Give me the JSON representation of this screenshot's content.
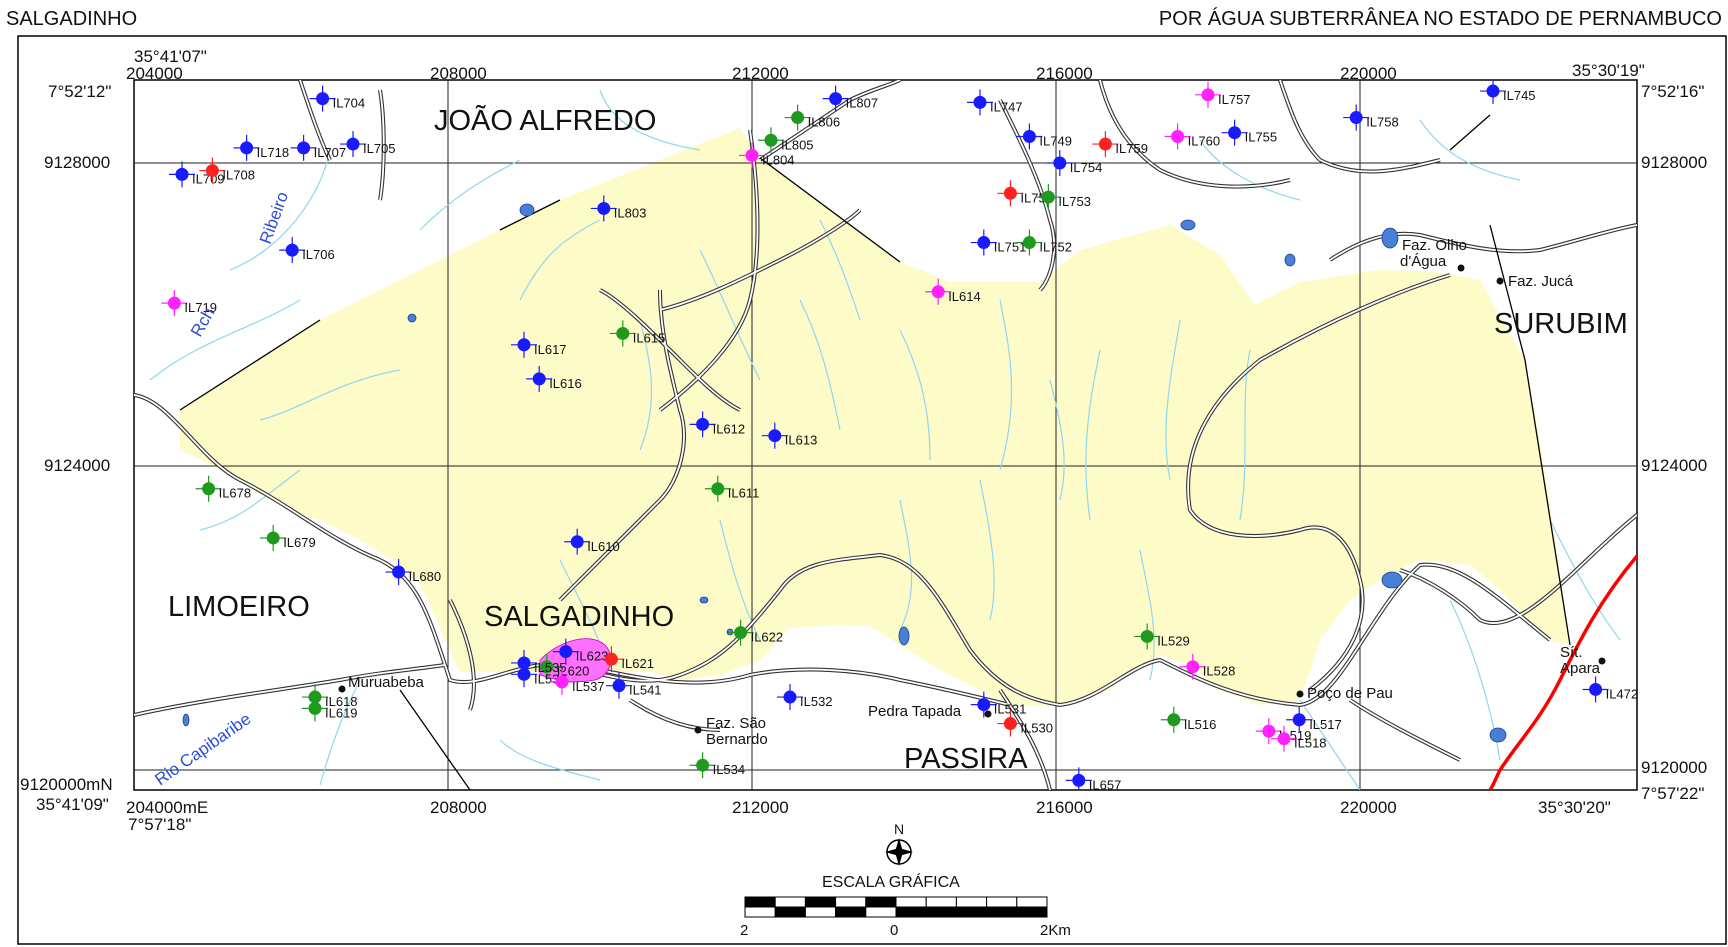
{
  "header": {
    "left": "SALGADINHO",
    "right": "POR ÁGUA SUBTERRÂNEA NO ESTADO DE PERNAMBUCO"
  },
  "grid": {
    "x_labels": [
      "204000",
      "208000",
      "212000",
      "216000",
      "220000"
    ],
    "x_labels_bottom": [
      "204000mE",
      "208000",
      "212000",
      "216000",
      "220000"
    ],
    "y_labels": [
      "9128000",
      "9124000",
      "9120000mN"
    ],
    "y_labels_right": [
      "9128000",
      "9124000",
      "9120000"
    ],
    "corners": {
      "tl_lon": "35°41'07\"",
      "tl_lat": "7°52'12\"",
      "tr_lon": "35°30'19\"",
      "tr_lat": "7°52'16\"",
      "bl_lon": "35°41'09\"",
      "bl_lat": "7°57'18\"",
      "br_lon": "35°30'20\"",
      "br_lat": "7°57'22\""
    }
  },
  "places": {
    "joao_alfredo": "JOÃO ALFREDO",
    "surubim": "SURUBIM",
    "limoeiro": "LIMOEIRO",
    "salgadinho": "SALGADINHO",
    "passira": "PASSIRA"
  },
  "localities": [
    {
      "name": "Faz. Olho",
      "name2": "d'Água"
    },
    {
      "name": "Faz. Jucá"
    },
    {
      "name": "Muruabeba"
    },
    {
      "name": "Faz. São",
      "name2": "Bernardo"
    },
    {
      "name": "Pedra Tapada"
    },
    {
      "name": "Poço de Pau"
    },
    {
      "name": "Sít.",
      "name2": "Apara"
    }
  ],
  "rivers": {
    "ribeiro": "Ribeiro",
    "rch": "Rch",
    "capibaribe": "Rio Capibaribe"
  },
  "colors": {
    "municipality_fill": "#fdfbc8",
    "well_blue": "#1a1aff",
    "well_red": "#ff2020",
    "well_green": "#1f9a1f",
    "well_magenta": "#ff22ff",
    "river": "#8fd6f0",
    "border_red": "#ff0000"
  },
  "wells": [
    {
      "id": "IL704",
      "color": "blue",
      "e": 206.35,
      "n": 9128.85
    },
    {
      "id": "IL718",
      "color": "blue",
      "e": 205.35,
      "n": 9128.2
    },
    {
      "id": "IL707",
      "color": "blue",
      "e": 206.1,
      "n": 9128.2
    },
    {
      "id": "IL705",
      "color": "blue",
      "e": 206.75,
      "n": 9128.25
    },
    {
      "id": "IL709",
      "color": "blue",
      "e": 204.5,
      "n": 9127.85
    },
    {
      "id": "IL708",
      "color": "red",
      "e": 204.9,
      "n": 9127.9
    },
    {
      "id": "IL706",
      "color": "blue",
      "e": 205.95,
      "n": 9126.85
    },
    {
      "id": "IL719",
      "color": "magenta",
      "e": 204.4,
      "n": 9126.15
    },
    {
      "id": "IL803",
      "color": "blue",
      "e": 210.05,
      "n": 9127.4
    },
    {
      "id": "IL804",
      "color": "magenta",
      "e": 212.0,
      "n": 9128.1
    },
    {
      "id": "IL805",
      "color": "green",
      "e": 212.25,
      "n": 9128.3
    },
    {
      "id": "IL806",
      "color": "green",
      "e": 212.6,
      "n": 9128.6
    },
    {
      "id": "IL807",
      "color": "blue",
      "e": 213.1,
      "n": 9128.85
    },
    {
      "id": "IL747",
      "color": "blue",
      "e": 215.0,
      "n": 9128.8
    },
    {
      "id": "IL749",
      "color": "blue",
      "e": 215.65,
      "n": 9128.35
    },
    {
      "id": "IL759",
      "color": "red",
      "e": 216.65,
      "n": 9128.25
    },
    {
      "id": "IL760",
      "color": "magenta",
      "e": 217.6,
      "n": 9128.35
    },
    {
      "id": "IL757",
      "color": "magenta",
      "e": 218.0,
      "n": 9128.9
    },
    {
      "id": "IL755",
      "color": "blue",
      "e": 218.35,
      "n": 9128.4
    },
    {
      "id": "IL758",
      "color": "blue",
      "e": 219.95,
      "n": 9128.6
    },
    {
      "id": "IL745",
      "color": "blue",
      "e": 221.75,
      "n": 9128.95
    },
    {
      "id": "IL750",
      "color": "red",
      "e": 215.4,
      "n": 9127.6
    },
    {
      "id": "IL754",
      "color": "blue",
      "e": 216.05,
      "n": 9128.0
    },
    {
      "id": "IL753",
      "color": "green",
      "e": 215.9,
      "n": 9127.55
    },
    {
      "id": "IL751",
      "color": "blue",
      "e": 215.05,
      "n": 9126.95
    },
    {
      "id": "IL752",
      "color": "green",
      "e": 215.65,
      "n": 9126.95
    },
    {
      "id": "IL614",
      "color": "magenta",
      "e": 214.45,
      "n": 9126.3
    },
    {
      "id": "IL615",
      "color": "green",
      "e": 210.3,
      "n": 9125.75
    },
    {
      "id": "IL617",
      "color": "blue",
      "e": 209.0,
      "n": 9125.6
    },
    {
      "id": "IL616",
      "color": "blue",
      "e": 209.2,
      "n": 9125.15
    },
    {
      "id": "IL612",
      "color": "blue",
      "e": 211.35,
      "n": 9124.55
    },
    {
      "id": "IL613",
      "color": "blue",
      "e": 212.3,
      "n": 9124.4
    },
    {
      "id": "IL611",
      "color": "green",
      "e": 211.55,
      "n": 9123.7
    },
    {
      "id": "IL678",
      "color": "green",
      "e": 204.85,
      "n": 9123.7
    },
    {
      "id": "IL679",
      "color": "green",
      "e": 205.7,
      "n": 9123.05
    },
    {
      "id": "IL680",
      "color": "blue",
      "e": 207.35,
      "n": 9122.6
    },
    {
      "id": "IL610",
      "color": "blue",
      "e": 209.7,
      "n": 9123.0
    },
    {
      "id": "IL622",
      "color": "green",
      "e": 211.85,
      "n": 9121.8
    },
    {
      "id": "IL623",
      "color": "blue",
      "e": 209.55,
      "n": 9121.55
    },
    {
      "id": "IL621",
      "color": "red",
      "e": 210.15,
      "n": 9121.45
    },
    {
      "id": "IL620",
      "color": "green",
      "e": 209.3,
      "n": 9121.35
    },
    {
      "id": "IL535",
      "color": "blue",
      "e": 209.0,
      "n": 9121.4
    },
    {
      "id": "IL536",
      "color": "blue",
      "e": 209.0,
      "n": 9121.25
    },
    {
      "id": "IL537",
      "color": "magenta",
      "e": 209.5,
      "n": 9121.15
    },
    {
      "id": "IL541",
      "color": "blue",
      "e": 210.25,
      "n": 9121.1
    },
    {
      "id": "IL618",
      "color": "green",
      "e": 206.25,
      "n": 9120.95
    },
    {
      "id": "IL619",
      "color": "green",
      "e": 206.25,
      "n": 9120.8
    },
    {
      "id": "IL532",
      "color": "blue",
      "e": 212.5,
      "n": 9120.95
    },
    {
      "id": "IL534",
      "color": "green",
      "e": 211.35,
      "n": 9120.05
    },
    {
      "id": "IL531",
      "color": "blue",
      "e": 215.05,
      "n": 9120.85
    },
    {
      "id": "IL530",
      "color": "red",
      "e": 215.4,
      "n": 9120.6
    },
    {
      "id": "IL529",
      "color": "green",
      "e": 217.2,
      "n": 9121.75
    },
    {
      "id": "IL528",
      "color": "magenta",
      "e": 217.8,
      "n": 9121.35
    },
    {
      "id": "IL516",
      "color": "green",
      "e": 217.55,
      "n": 9120.65
    },
    {
      "id": "IL519",
      "color": "magenta",
      "e": 218.8,
      "n": 9120.5
    },
    {
      "id": "IL517",
      "color": "blue",
      "e": 219.2,
      "n": 9120.65
    },
    {
      "id": "IL518",
      "color": "magenta",
      "e": 219.0,
      "n": 9120.4
    },
    {
      "id": "IL657",
      "color": "blue",
      "e": 216.3,
      "n": 9119.85
    },
    {
      "id": "IL472",
      "color": "blue",
      "e": 223.1,
      "n": 9121.05
    }
  ],
  "compass": {
    "label": "N"
  },
  "scale": {
    "title": "ESCALA GRÁFICA",
    "labels": [
      "2",
      "0",
      "2Km"
    ]
  }
}
